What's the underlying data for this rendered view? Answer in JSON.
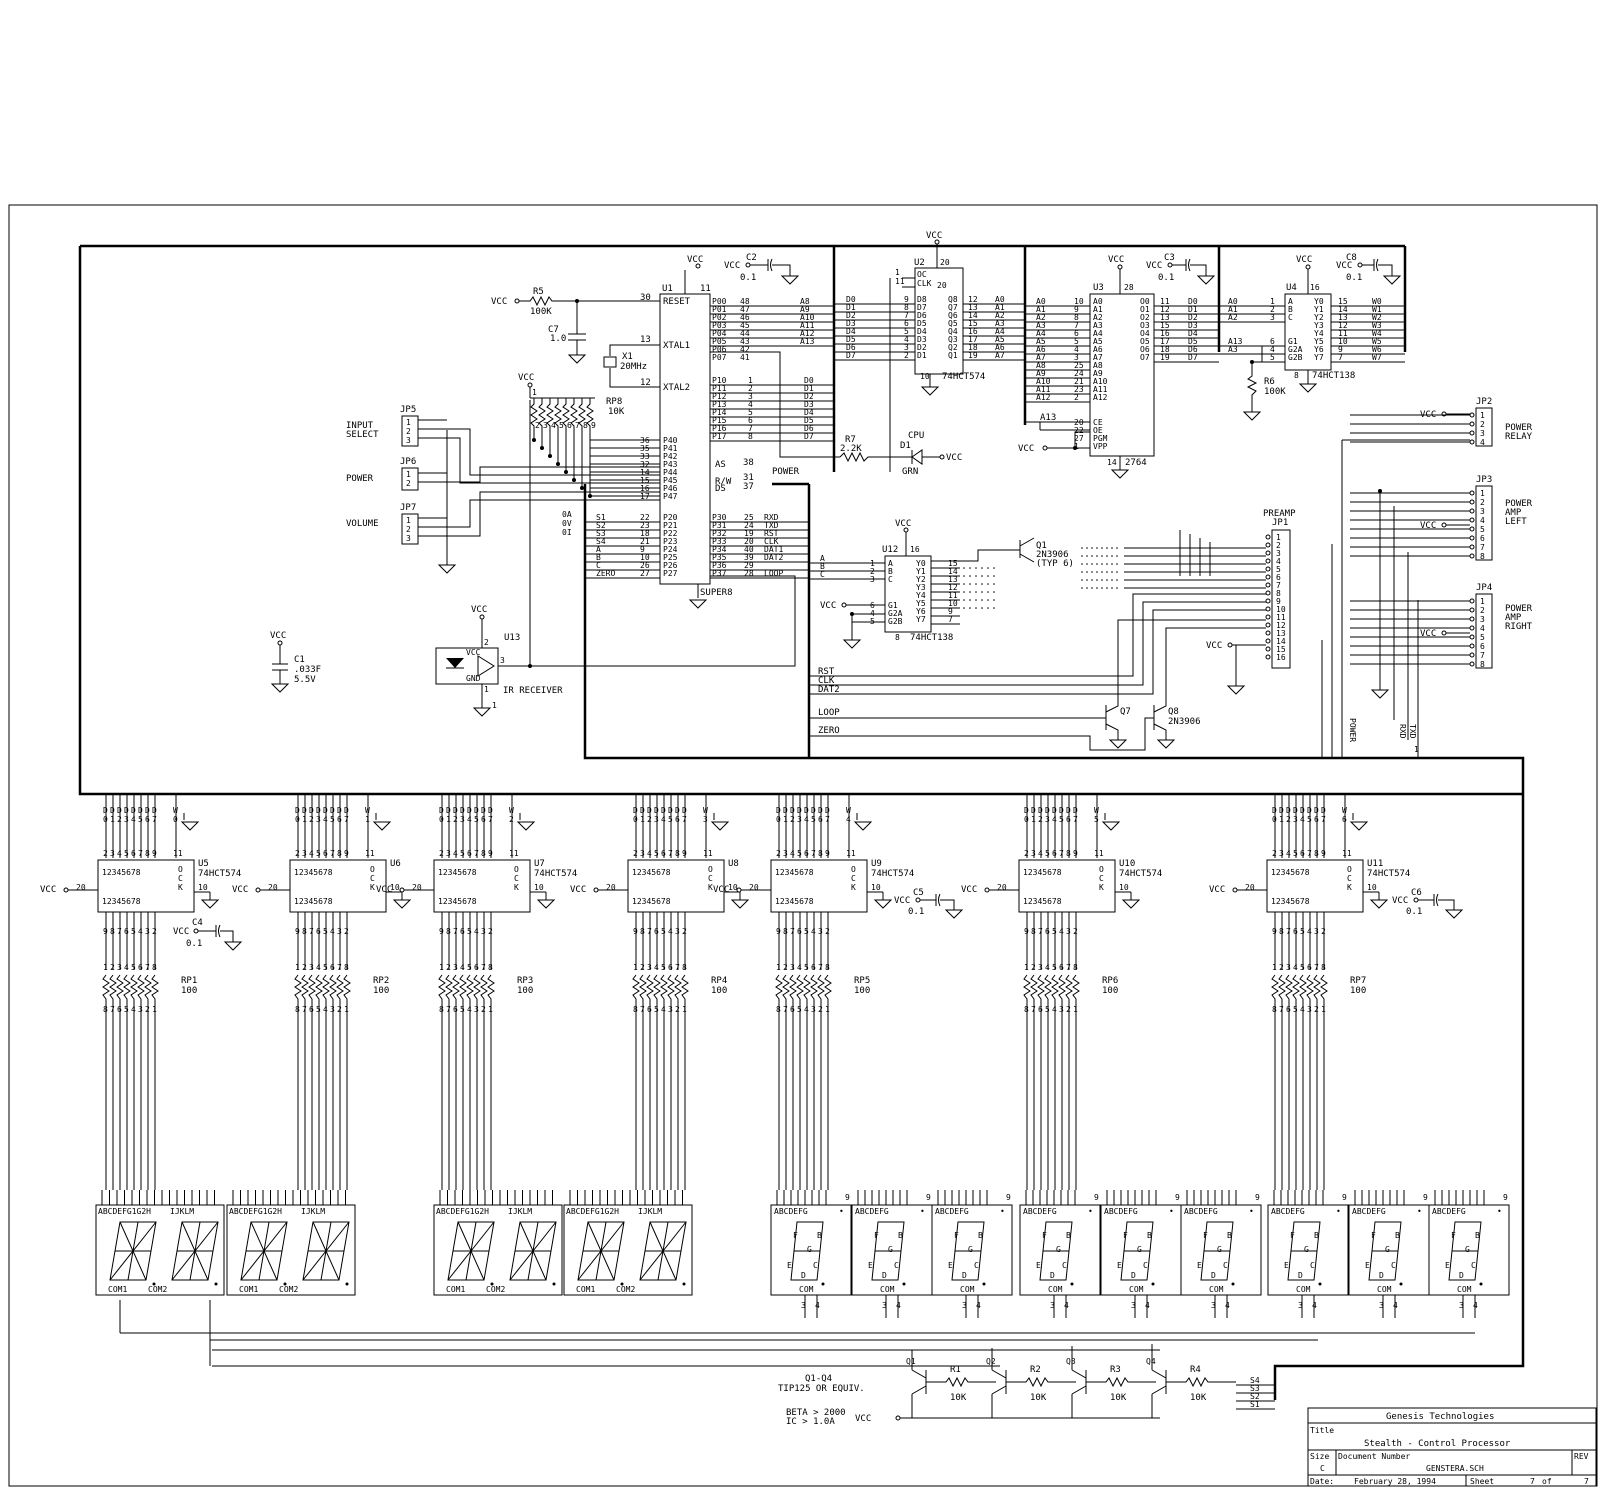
{
  "title_block": {
    "company": "Genesis Technologies",
    "title_label": "Title",
    "title": "Stealth - Control Processor",
    "size_label": "Size",
    "size": "C",
    "docnum_label": "Document Number",
    "docnum": "GENSTERA.SCH",
    "rev_label": "REV",
    "date_label": "Date:",
    "date": "February 28, 1994",
    "sheet_label": "Sheet",
    "sheet_num": "7",
    "sheet_of": "of",
    "sheet_total": "7"
  },
  "power": {
    "vcc": "VCC"
  },
  "u1": {
    "ref": "U1",
    "part": "SUPER8",
    "pin_vcc": "11",
    "pin_reset": "30",
    "lbl_reset": "RESET",
    "pin_xtal1": "13",
    "lbl_xtal1": "XTAL1",
    "pin_xtal2": "12",
    "lbl_xtal2": "XTAL2",
    "p0": [
      "P00",
      "P01",
      "P02",
      "P03",
      "P04",
      "P05",
      "P06",
      "P07"
    ],
    "p0_pins": [
      "48",
      "47",
      "46",
      "45",
      "44",
      "43",
      "42",
      "41"
    ],
    "p1": [
      "P10",
      "P11",
      "P12",
      "P13",
      "P14",
      "P15",
      "P16",
      "P17"
    ],
    "p1_pins": [
      "1",
      "2",
      "3",
      "4",
      "5",
      "6",
      "7",
      "8"
    ],
    "p4": [
      "P40",
      "P41",
      "P42",
      "P43",
      "P44",
      "P45",
      "P46",
      "P47"
    ],
    "p4_pins": [
      "36",
      "35",
      "33",
      "32",
      "14",
      "15",
      "16",
      "17"
    ],
    "p2": [
      "P20",
      "P21",
      "P22",
      "P23",
      "P24",
      "P25",
      "P26",
      "P27"
    ],
    "p2_pins": [
      "22",
      "23",
      "18",
      "21",
      "9",
      "10",
      "26",
      "27"
    ],
    "p3": [
      "P30",
      "P31",
      "P32",
      "P33",
      "P34",
      "P35",
      "P36",
      "P37"
    ],
    "p3_pins": [
      "25",
      "24",
      "19",
      "20",
      "40",
      "39",
      "29",
      "28"
    ],
    "as_pin": "38",
    "as_lbl": "AS",
    "rw_pin": "31",
    "rw_lbl": "R/W",
    "ds_pin": "37",
    "ds_lbl": "DS"
  },
  "bus": {
    "a_high": [
      "A8",
      "A9",
      "A10",
      "A11",
      "A12",
      "A13"
    ],
    "d": [
      "D0",
      "D1",
      "D2",
      "D3",
      "D4",
      "D5",
      "D6",
      "D7"
    ],
    "a_low": [
      "A0",
      "A1",
      "A2",
      "A3",
      "A4",
      "A5",
      "A6",
      "A7"
    ],
    "s_nets": [
      "S1",
      "S2",
      "S3",
      "S4",
      "A",
      "B",
      "C",
      "ZERO"
    ],
    "s_left": [
      "0A",
      "0V",
      "0I"
    ],
    "p3_nets": [
      "RXD",
      "TXD",
      "RST",
      "CLK",
      "DAT1",
      "DAT2",
      "",
      "LOOP"
    ],
    "power_net": "POWER"
  },
  "r5": {
    "ref": "R5",
    "value": "100K"
  },
  "c7": {
    "ref": "C7",
    "value": "1.0"
  },
  "x1": {
    "ref": "X1",
    "value": "20MHz"
  },
  "rp8": {
    "ref": "RP8",
    "value": "10K",
    "pins": [
      "2",
      "3",
      "4",
      "5",
      "6",
      "7",
      "8",
      "9"
    ],
    "pin1": "1"
  },
  "c2": {
    "ref": "C2",
    "value": "0.1"
  },
  "c3": {
    "ref": "C3",
    "value": "0.1"
  },
  "c8": {
    "ref": "C8",
    "value": "0.1"
  },
  "u2": {
    "ref": "U2",
    "part": "74HCT574",
    "oc": "OC",
    "clk": "CLK",
    "pin1": "1",
    "pin11": "11",
    "pin20": "20",
    "pin10": "10",
    "d_pins": [
      "9",
      "8",
      "7",
      "6",
      "5",
      "4",
      "3",
      "2"
    ],
    "q_pins": [
      "12",
      "13",
      "14",
      "15",
      "16",
      "17",
      "18",
      "19"
    ],
    "d": [
      "D8",
      "D7",
      "D6",
      "D5",
      "D4",
      "D3",
      "D2",
      "D1"
    ],
    "q": [
      "Q8",
      "Q7",
      "Q6",
      "Q5",
      "Q4",
      "Q3",
      "Q2",
      "Q1"
    ]
  },
  "u3": {
    "ref": "U3",
    "part": "2764",
    "pin28": "28",
    "pin14": "14",
    "a_pins": [
      "10",
      "9",
      "8",
      "7",
      "6",
      "5",
      "4",
      "3",
      "25",
      "24",
      "21",
      "23",
      "2"
    ],
    "a": [
      "A0",
      "A1",
      "A2",
      "A3",
      "A4",
      "A5",
      "A6",
      "A7",
      "A8",
      "A9",
      "A10",
      "A11",
      "A12"
    ],
    "o_pins": [
      "11",
      "12",
      "13",
      "15",
      "16",
      "17",
      "18",
      "19"
    ],
    "o": [
      "O0",
      "O1",
      "O2",
      "O3",
      "O4",
      "O5",
      "O6",
      "O7"
    ],
    "ctrl": [
      "CE",
      "OE",
      "PGM",
      "VPP"
    ],
    "ctrl_pins": [
      "20",
      "22",
      "27",
      "1"
    ],
    "a13": "A13"
  },
  "u4": {
    "ref": "U4",
    "part": "74HCT138",
    "pin16": "16",
    "pin8": "8",
    "in": [
      "A",
      "B",
      "C"
    ],
    "in_pins": [
      "1",
      "2",
      "3"
    ],
    "g": [
      "G1",
      "G2A",
      "G2B"
    ],
    "g_pins": [
      "6",
      "4",
      "5"
    ],
    "y": [
      "Y0",
      "Y1",
      "Y2",
      "Y3",
      "Y4",
      "Y5",
      "Y6",
      "Y7"
    ],
    "y_pins": [
      "15",
      "14",
      "13",
      "12",
      "11",
      "10",
      "9",
      "7"
    ],
    "w": [
      "W0",
      "W1",
      "W2",
      "W3",
      "W4",
      "W5",
      "W6",
      "W7"
    ],
    "a_in": [
      "A0",
      "A1",
      "A2"
    ],
    "a13": "A13",
    "a3": "A3"
  },
  "r6": {
    "ref": "R6",
    "value": "100K"
  },
  "r7": {
    "ref": "R7",
    "value": "2.2K"
  },
  "d1": {
    "ref": "D1",
    "label": "CPU",
    "color": "GRN"
  },
  "jp5": {
    "ref": "JP5",
    "label1": "INPUT",
    "label2": "SELECT",
    "pins": [
      "1",
      "2",
      "3"
    ]
  },
  "jp6": {
    "ref": "JP6",
    "label1": "POWER",
    "pins": [
      "1",
      "2"
    ]
  },
  "jp7": {
    "ref": "JP7",
    "label1": "VOLUME",
    "pins": [
      "1",
      "2",
      "3"
    ]
  },
  "jp2": {
    "ref": "JP2",
    "label1": "POWER",
    "label2": "RELAY",
    "pins": [
      "1",
      "2",
      "3",
      "4"
    ]
  },
  "jp3": {
    "ref": "JP3",
    "label1": "POWER",
    "label2": "AMP",
    "label3": "LEFT",
    "pins": [
      "1",
      "2",
      "3",
      "4",
      "5",
      "6",
      "7",
      "8"
    ]
  },
  "jp4": {
    "ref": "JP4",
    "label1": "POWER",
    "label2": "AMP",
    "label3": "RIGHT",
    "pins": [
      "1",
      "2",
      "3",
      "4",
      "5",
      "6",
      "7",
      "8"
    ]
  },
  "jp1": {
    "ref": "JP1",
    "label": "PREAMP",
    "pins": [
      "1",
      "2",
      "3",
      "4",
      "5",
      "6",
      "7",
      "8",
      "9",
      "10",
      "11",
      "12",
      "13",
      "14",
      "15",
      "16"
    ]
  },
  "u12": {
    "ref": "U12",
    "part": "74HCT138",
    "pin16": "16",
    "pin8": "8",
    "in": [
      "A",
      "B",
      "C"
    ],
    "in_pins": [
      "1",
      "2",
      "3"
    ],
    "g": [
      "G1",
      "G2A",
      "G2B"
    ],
    "g_pins": [
      "6",
      "4",
      "5"
    ],
    "y": [
      "Y0",
      "Y1",
      "Y2",
      "Y3",
      "Y4",
      "Y5",
      "Y6",
      "Y7"
    ],
    "y_pins": [
      "15",
      "14",
      "13",
      "12",
      "11",
      "10",
      "9",
      "7"
    ]
  },
  "q1": {
    "ref": "Q1",
    "part": "2N3906",
    "note": "(TYP 6)"
  },
  "q7": {
    "ref": "Q7"
  },
  "q8": {
    "ref": "Q8",
    "part": "2N3906"
  },
  "u13": {
    "ref": "U13",
    "label": "IR RECEIVER",
    "vcc": "VCC",
    "gnd": "GND",
    "pin1": "1",
    "pin2": "2",
    "pin3": "3"
  },
  "c1": {
    "ref": "C1",
    "value": ".033F",
    "rating": "5.5V"
  },
  "lower_nets": {
    "rst": "RST",
    "clk": "CLK",
    "dat2": "DAT2",
    "loop": "LOOP",
    "zero": "ZERO",
    "power_v": "POWER",
    "rxd_v": "RXD",
    "txd_v": "TXD",
    "one": "1"
  },
  "drivers": [
    {
      "ref": "U5",
      "part": "74HCT574",
      "w": "W0"
    },
    {
      "ref": "U6",
      "part": "",
      "w": "W1"
    },
    {
      "ref": "U7",
      "part": "74HCT574",
      "w": "W2"
    },
    {
      "ref": "U8",
      "part": "",
      "w": "W3"
    },
    {
      "ref": "U9",
      "part": "74HCT574",
      "w": "W4"
    },
    {
      "ref": "U10",
      "part": "74HCT574",
      "w": "W5"
    },
    {
      "ref": "U11",
      "part": "74HCT574",
      "w": "W6"
    }
  ],
  "driver_pins": {
    "d_labels": "D0 D1 D2 D3 D4 D5 D6 D7",
    "top_pins": "23456789",
    "cn": "11",
    "vcc_pin": "20",
    "gnd_pin": "10",
    "row_in": "12345678",
    "row_out": "12345678",
    "out_pins": "98765432",
    "ock": "OCK"
  },
  "rpacks": [
    {
      "ref": "RP1",
      "value": "100"
    },
    {
      "ref": "RP2",
      "value": "100"
    },
    {
      "ref": "RP3",
      "value": "100"
    },
    {
      "ref": "RP4",
      "value": "100"
    },
    {
      "ref": "RP5",
      "value": "100"
    },
    {
      "ref": "RP6",
      "value": "100"
    },
    {
      "ref": "RP7",
      "value": "100"
    }
  ],
  "caps_lower": [
    {
      "ref": "C4",
      "value": "0.1"
    },
    {
      "ref": "C5",
      "value": "0.1"
    },
    {
      "ref": "C6",
      "value": "0.1"
    }
  ],
  "alpha_display": {
    "segs_a": "ABCDEFG1G2H",
    "segs_b": "IJKLM",
    "com1": "COM1",
    "com2": "COM2"
  },
  "seg_display": {
    "segs": "ABCDEFG",
    "dp": "•",
    "com": "COM",
    "pin9": "9",
    "pin3": "3",
    "pin4": "4"
  },
  "transistors": {
    "note1": "Q1-Q4",
    "note2": "TIP125 OR EQUIV.",
    "beta": "BETA > 2000",
    "ic": "IC > 1.0A",
    "q": [
      "Q1",
      "Q2",
      "Q3",
      "Q4"
    ],
    "r": [
      "R1",
      "R2",
      "R3",
      "R4"
    ],
    "r_value": "10K",
    "s": [
      "S4",
      "S3",
      "S2",
      "S1"
    ]
  }
}
